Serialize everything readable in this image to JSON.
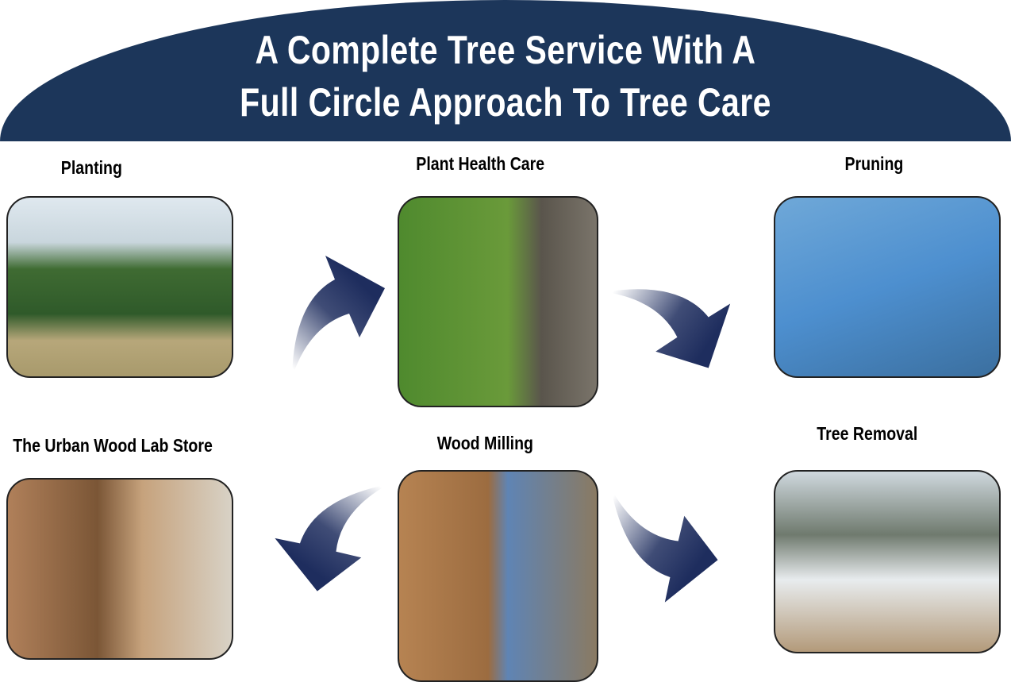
{
  "header": {
    "line1": "A Complete Tree Service With A",
    "line2": "Full Circle Approach To Tree Care"
  },
  "steps": [
    {
      "label": "Planting"
    },
    {
      "label": "Plant Health Care"
    },
    {
      "label": "Pruning"
    },
    {
      "label": "Tree Removal"
    },
    {
      "label": "Wood Milling"
    },
    {
      "label": "The Urban Wood Lab Store"
    }
  ],
  "colors": {
    "navy": "#1c365a",
    "arrow": "#1e2d5e"
  }
}
